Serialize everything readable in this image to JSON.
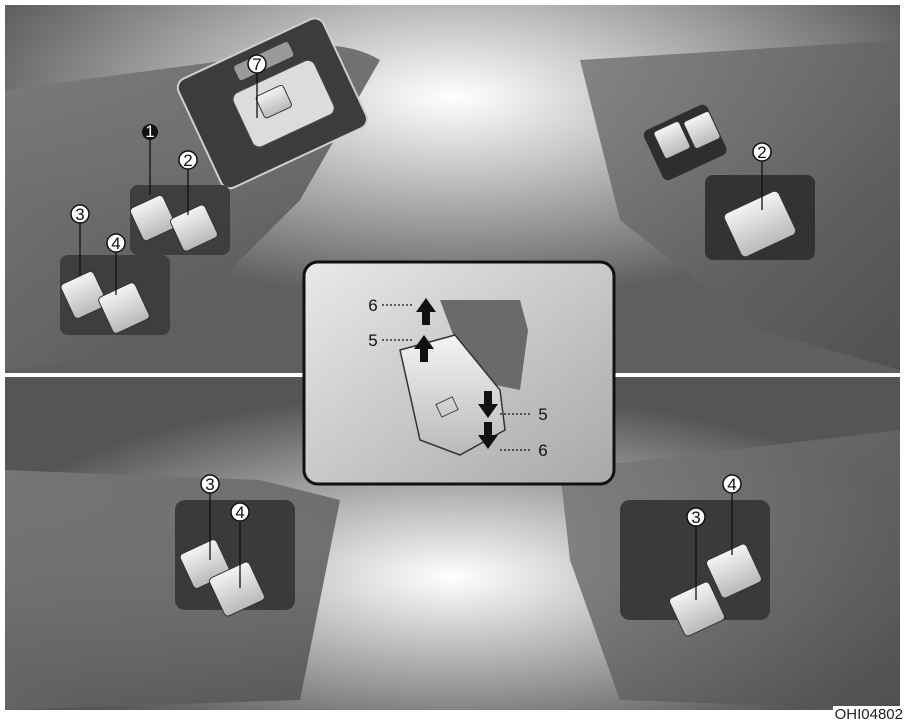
{
  "image_code": "OHI04802",
  "callouts": {
    "front_left": [
      "1",
      "2",
      "3",
      "4",
      "7"
    ],
    "front_right": [
      "2"
    ],
    "rear_left": [
      "3",
      "4"
    ],
    "rear_right": [
      "3",
      "4"
    ],
    "inset_up": [
      "6",
      "5"
    ],
    "inset_down": [
      "5",
      "6"
    ]
  }
}
